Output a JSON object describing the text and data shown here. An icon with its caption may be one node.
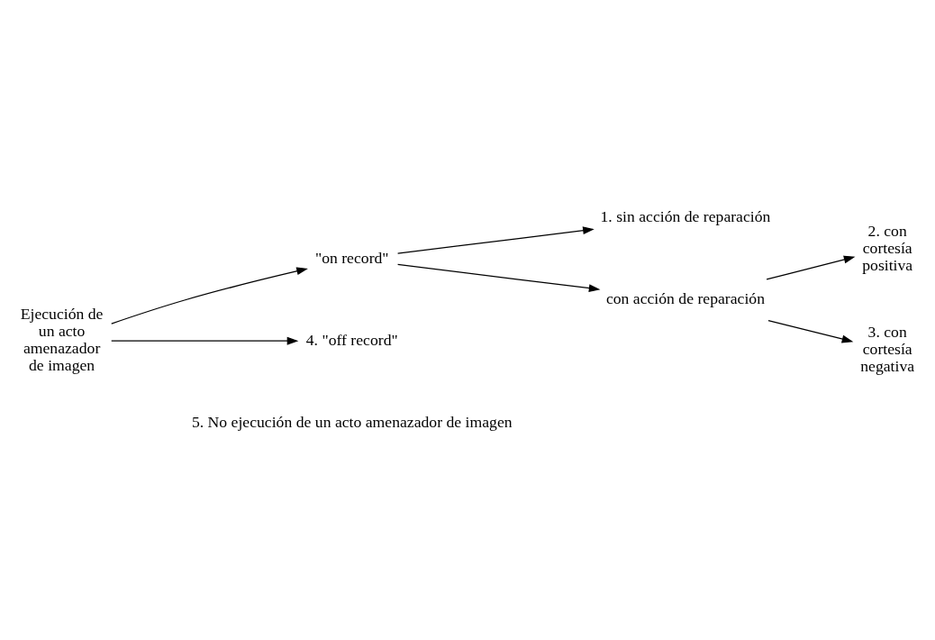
{
  "diagram": {
    "nodes": [
      {
        "text": [
          "Ejecución de un acto amenazador de imagen"
        ]
      },
      {
        "text": [
          "\"on record\""
        ]
      },
      {
        "text": [
          "1. sin acción de reparación"
        ]
      },
      {
        "text": [
          "con acción de reparación"
        ]
      },
      {
        "text": [
          "2. con cortesía positiva"
        ]
      },
      {
        "text": [
          "3. con cortesía negativa"
        ]
      },
      {
        "text": [
          "4. \"off record\""
        ]
      }
    ],
    "edges": [
      {
        "from": 0,
        "to": 1,
        "arrow": "to"
      },
      {
        "from": 1,
        "to": 2,
        "arrow": "to"
      },
      {
        "from": 1,
        "to": 3,
        "arrow": "to"
      },
      {
        "from": 3,
        "to": 4,
        "arrow": "to"
      },
      {
        "from": 3,
        "to": 5,
        "arrow": "to"
      },
      {
        "from": 0,
        "to": 6,
        "arrow": "to"
      }
    ],
    "labels": [
      "5. No ejecución de un acto amenazador de imagen"
    ]
  }
}
